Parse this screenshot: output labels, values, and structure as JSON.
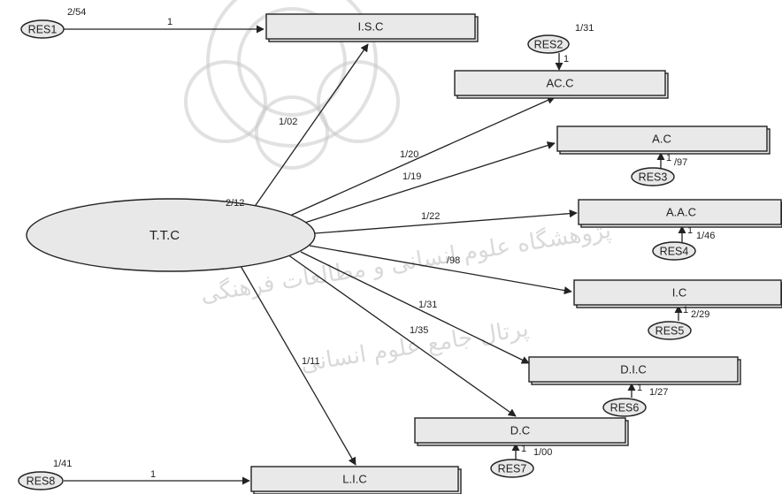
{
  "central": {
    "label": "T.T.C",
    "variance": "2/12"
  },
  "boxes": [
    {
      "id": "isc",
      "label": "I.S.C"
    },
    {
      "id": "acc",
      "label": "AC.C"
    },
    {
      "id": "ac",
      "label": "A.C"
    },
    {
      "id": "aac",
      "label": "A.A.C"
    },
    {
      "id": "ic",
      "label": "I.C"
    },
    {
      "id": "dic",
      "label": "D.I.C"
    },
    {
      "id": "dc",
      "label": "D.C"
    },
    {
      "id": "lic",
      "label": "L.I.C"
    }
  ],
  "loadings": {
    "isc": "1/02",
    "acc": "1/20",
    "ac": "1/19",
    "aac": "1/22",
    "ic": "/98",
    "dic": "1/31",
    "dc": "1/35",
    "lic": "1/11"
  },
  "residuals": [
    {
      "id": "res1",
      "label": "RES1",
      "variance": "2/54",
      "path": "1",
      "target": "isc"
    },
    {
      "id": "res2",
      "label": "RES2",
      "variance": "1/31",
      "path": "1",
      "target": "acc"
    },
    {
      "id": "res3",
      "label": "RES3",
      "variance": "/97",
      "path": "1",
      "target": "ac"
    },
    {
      "id": "res4",
      "label": "RES4",
      "variance": "1/46",
      "path": "1",
      "target": "aac"
    },
    {
      "id": "res5",
      "label": "RES5",
      "variance": "2/29",
      "path": "1",
      "target": "ic"
    },
    {
      "id": "res6",
      "label": "RES6",
      "variance": "1/27",
      "path": "1",
      "target": "dic"
    },
    {
      "id": "res7",
      "label": "RES7",
      "variance": "1/00",
      "path": "1",
      "target": "dc"
    },
    {
      "id": "res8",
      "label": "RES8",
      "variance": "1/41",
      "path": "1",
      "target": "lic"
    }
  ],
  "watermark": {
    "text_1": "پژوهشگاه علوم انسانی و مطالعات فرهنگی",
    "text_2": "پرتال جامع علوم انسانی"
  }
}
